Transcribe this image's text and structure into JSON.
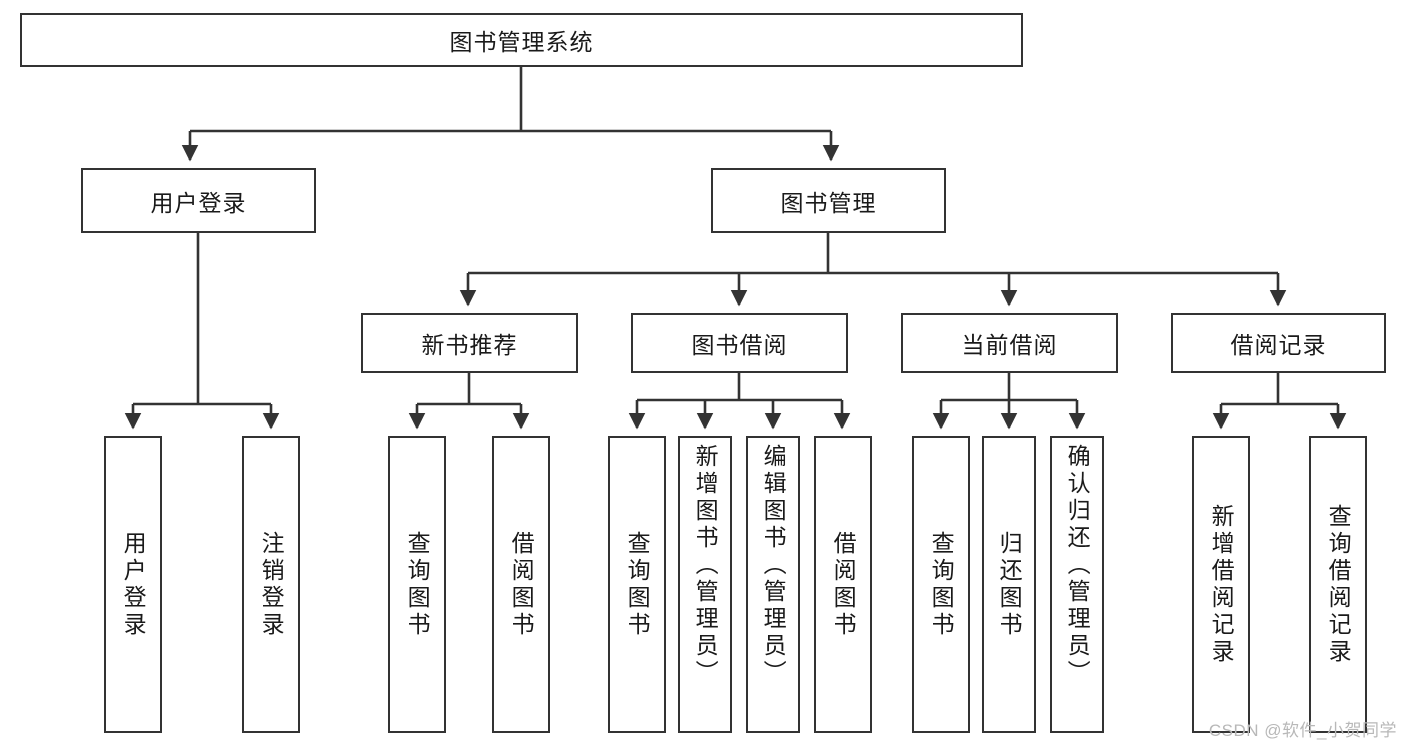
{
  "diagram": {
    "title": "图书管理系统",
    "type": "hierarchy-tree",
    "colors": {
      "box_border": "#333333",
      "box_fill": "#ffffff",
      "edge": "#333333",
      "text": "#1a1a1a",
      "watermark": "#b8b8b8"
    },
    "levels": {
      "root": {
        "label": "图书管理系统"
      },
      "level2": [
        {
          "label": "用户登录"
        },
        {
          "label": "图书管理"
        }
      ],
      "level3": [
        {
          "label": "新书推荐"
        },
        {
          "label": "图书借阅"
        },
        {
          "label": "当前借阅"
        },
        {
          "label": "借阅记录"
        }
      ],
      "level4": [
        {
          "label": "用户登录",
          "parent": "用户登录"
        },
        {
          "label": "注销登录",
          "parent": "用户登录"
        },
        {
          "label": "查询图书",
          "parent": "新书推荐"
        },
        {
          "label": "借阅图书",
          "parent": "新书推荐"
        },
        {
          "label": "查询图书",
          "parent": "图书借阅"
        },
        {
          "label": "新增图书（管理员）",
          "parent": "图书借阅"
        },
        {
          "label": "编辑图书（管理员）",
          "parent": "图书借阅"
        },
        {
          "label": "借阅图书",
          "parent": "图书借阅"
        },
        {
          "label": "查询图书",
          "parent": "当前借阅"
        },
        {
          "label": "归还图书",
          "parent": "当前借阅"
        },
        {
          "label": "确认归还（管理员）",
          "parent": "当前借阅"
        },
        {
          "label": "新增借阅记录",
          "parent": "借阅记录"
        },
        {
          "label": "查询借阅记录",
          "parent": "借阅记录"
        }
      ]
    },
    "watermark": "CSDN @软件_小贺同学"
  }
}
